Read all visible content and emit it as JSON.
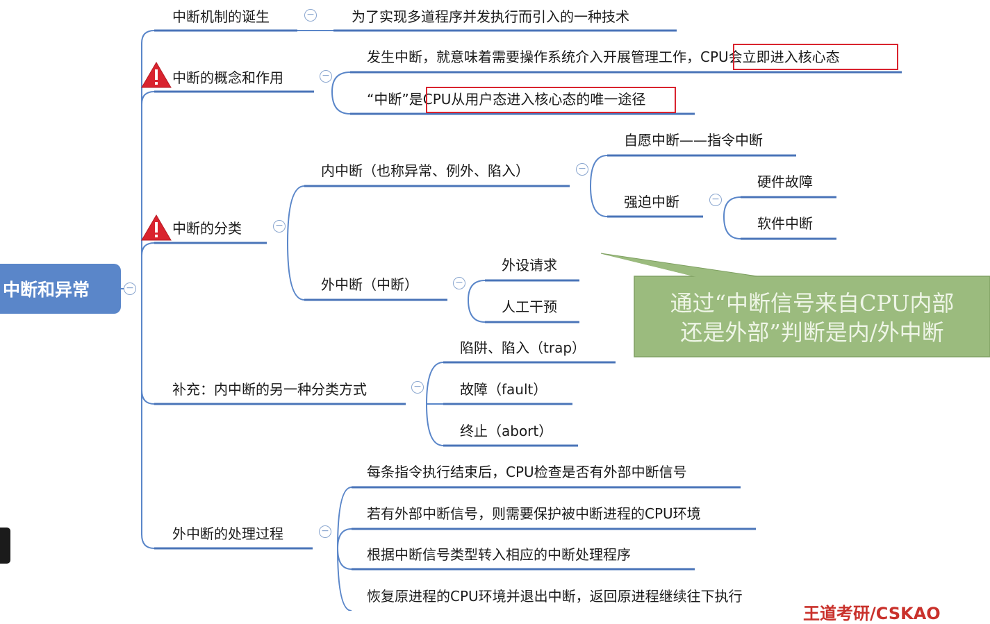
{
  "root": {
    "label": "中断和异常"
  },
  "branches": {
    "birth": {
      "label": "中断机制的诞生",
      "child": "为了实现多道程序并发执行而引入的一种技术"
    },
    "concept": {
      "label": "中断的概念和作用",
      "item1_prefix": "发生中断，就意味着需要操作系统介入开展管理工作，",
      "item1_highlight": "CPU会立即进入核心态",
      "item2_prefix": "“中断”是",
      "item2_highlight": "CPU从用户态进入核心态的唯一途径"
    },
    "classification": {
      "label": "中断的分类",
      "internal": {
        "label": "内中断（也称异常、例外、陷入）",
        "voluntary": "自愿中断——指令中断",
        "forced": "强迫中断",
        "hardware_fault": "硬件故障",
        "software_interrupt": "软件中断"
      },
      "external": {
        "label": "外中断（中断）",
        "peripheral": "外设请求",
        "manual": "人工干预"
      }
    },
    "supplement": {
      "label": "补充：内中断的另一种分类方式",
      "trap": "陷阱、陷入（trap）",
      "fault": "故障（fault）",
      "abort": "终止（abort）"
    },
    "external_process": {
      "label": "外中断的处理过程",
      "step1": "每条指令执行结束后，CPU检查是否有外部中断信号",
      "step2": "若有外部中断信号，则需要保护被中断进程的CPU环境",
      "step3": "根据中断信号类型转入相应的中断处理程序",
      "step4": "恢复原进程的CPU环境并退出中断，返回原进程继续往下执行"
    }
  },
  "callout": {
    "line1": "通过“中断信号来自CPU内部",
    "line2": "还是外部”判断是内/外中断"
  },
  "watermark": "王道考研/CSKAO",
  "icons": {
    "collapse": "minus-circle-icon",
    "warning": "warning-triangle-icon"
  },
  "colors": {
    "root_fill": "#5a86c9",
    "connector": "#5a86c9",
    "underline": "#4a74b8",
    "highlight_border": "#d9232e",
    "callout_fill": "#9bbb7e",
    "warning_fill": "#d9232e"
  }
}
